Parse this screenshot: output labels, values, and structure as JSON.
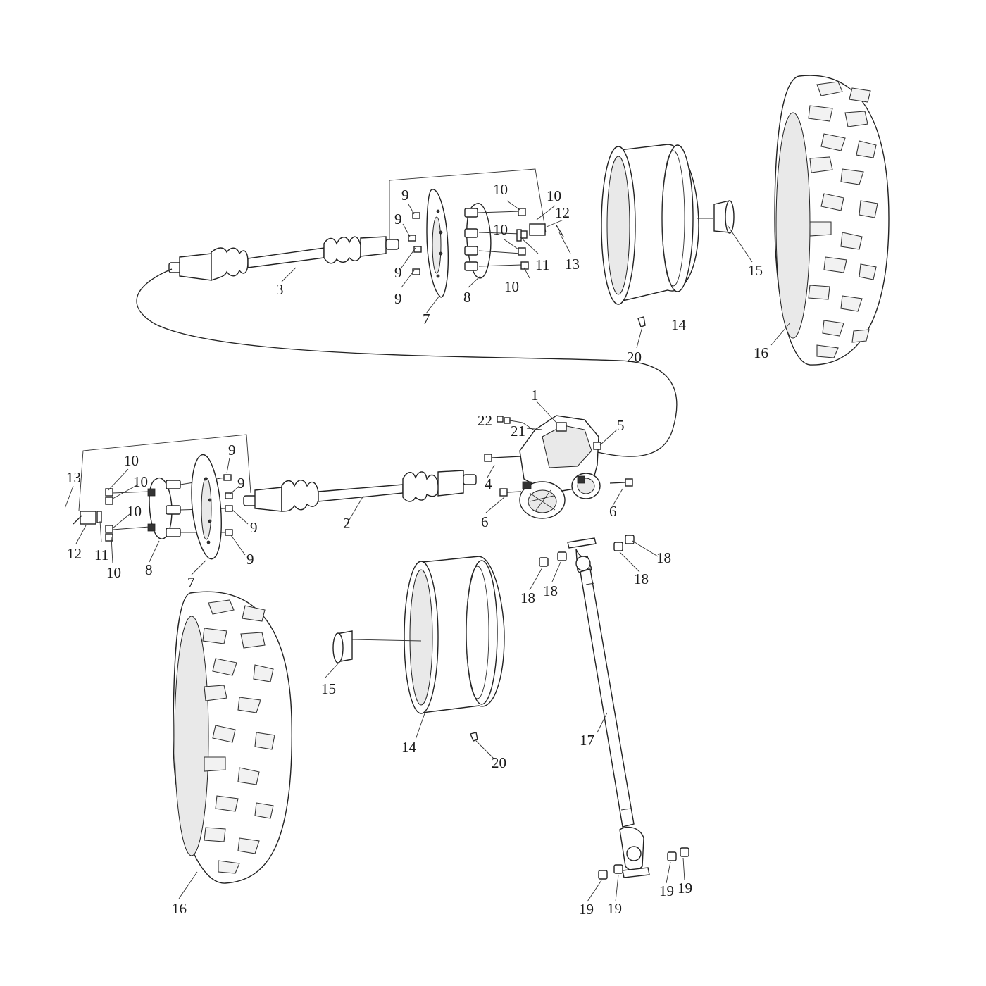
{
  "callouts": {
    "c1": "1",
    "c2": "2",
    "c3": "3",
    "c4": "4",
    "c5": "5",
    "c6a": "6",
    "c6b": "6",
    "c7a": "7",
    "c7b": "7",
    "c8a": "8",
    "c8b": "8",
    "c9a": "9",
    "c9b": "9",
    "c9c": "9",
    "c9d": "9",
    "c9e": "9",
    "c9f": "9",
    "c9g": "9",
    "c9h": "9",
    "c10a": "10",
    "c10b": "10",
    "c10c": "10",
    "c10d": "10",
    "c10e": "10",
    "c10f": "10",
    "c10g": "10",
    "c10h": "10",
    "c11a": "11",
    "c11b": "11",
    "c12a": "12",
    "c12b": "12",
    "c13a": "13",
    "c13b": "13",
    "c14a": "14",
    "c14b": "14",
    "c15a": "15",
    "c15b": "15",
    "c16a": "16",
    "c16b": "16",
    "c17": "17",
    "c18a": "18",
    "c18b": "18",
    "c18c": "18",
    "c18d": "18",
    "c19a": "19",
    "c19b": "19",
    "c19c": "19",
    "c19d": "19",
    "c20a": "20",
    "c20b": "20",
    "c21": "21",
    "c22": "22"
  }
}
